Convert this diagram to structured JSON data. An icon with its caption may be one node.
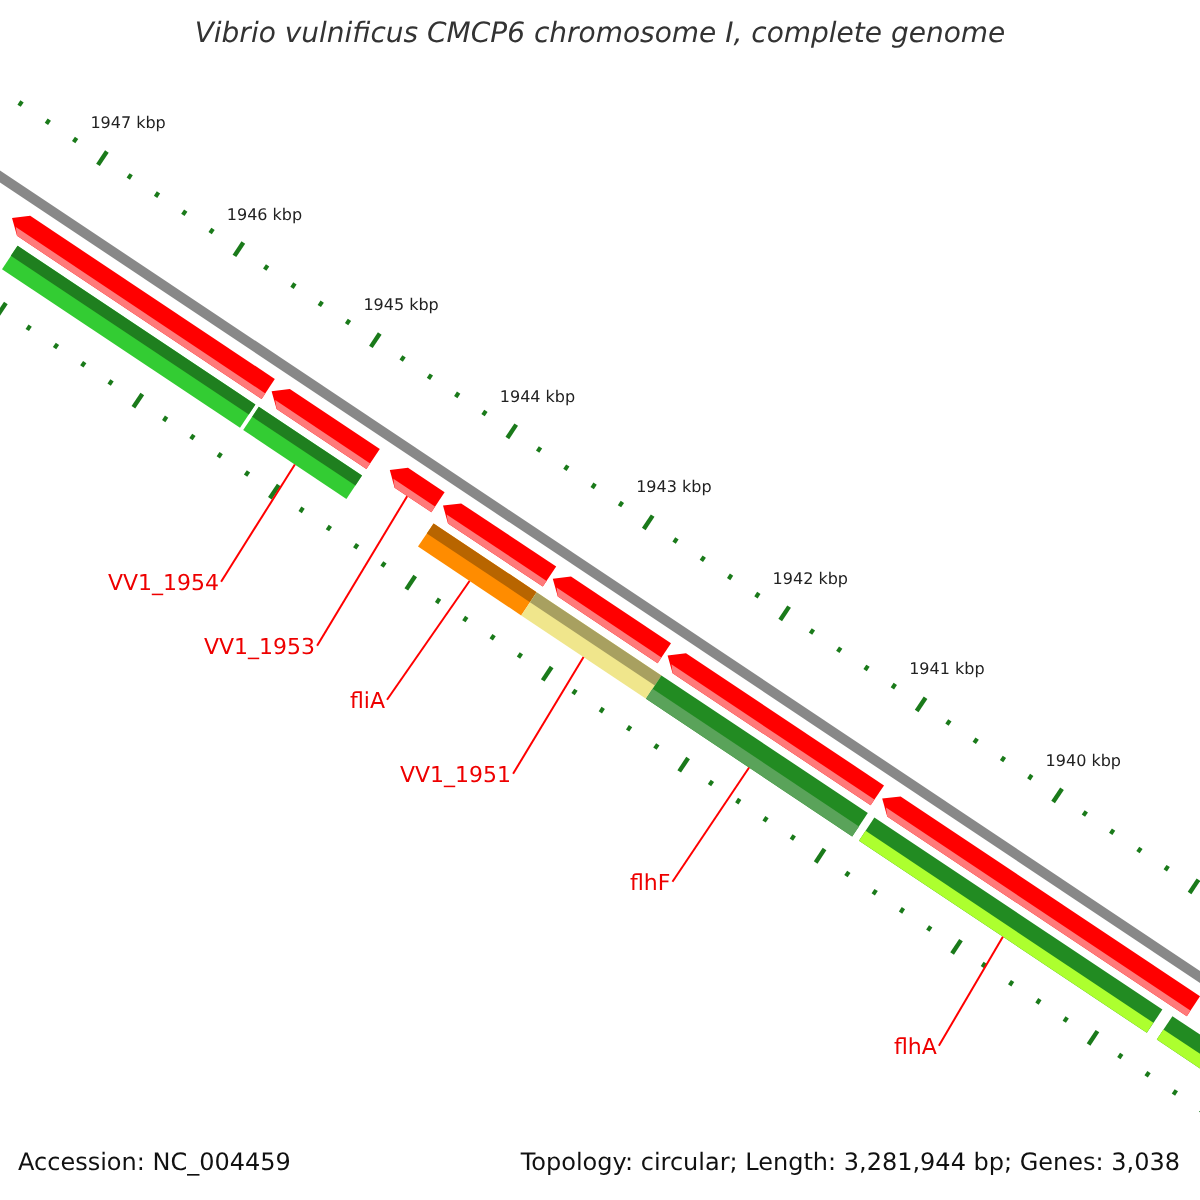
{
  "diagram": {
    "title": "Vibrio vulnificus CMCP6 chromosome I, complete genome",
    "nodes": [
      {
        "text": [
          "VV1_1954"
        ]
      },
      {
        "text": [
          "VV1_1953"
        ]
      },
      {
        "text": [
          "fliA"
        ]
      },
      {
        "text": [
          "VV1_1951"
        ]
      },
      {
        "text": [
          "flhF"
        ]
      },
      {
        "text": [
          "flhA"
        ]
      },
      {
        "text": [],
        "shape": "pentagon"
      },
      {
        "text": [],
        "shape": "pentagon"
      },
      {
        "text": [],
        "shape": "pentagon"
      },
      {
        "text": [],
        "shape": "pentagon"
      },
      {
        "text": [],
        "shape": "pentagon"
      },
      {
        "text": [],
        "shape": "pentagon"
      },
      {
        "text": [],
        "shape": "pentagon"
      },
      {
        "text": [],
        "shape": "bar"
      },
      {
        "text": [],
        "shape": "bar"
      },
      {
        "text": [],
        "shape": "bar"
      },
      {
        "text": [],
        "shape": "bar"
      },
      {
        "text": [],
        "shape": "bar"
      },
      {
        "text": [],
        "shape": "bar"
      },
      {
        "text": [],
        "shape": "bar"
      }
    ],
    "edges": [
      {
        "from": 0,
        "to": 14,
        "arrow": "none"
      },
      {
        "from": 1,
        "to": 8,
        "arrow": "none"
      },
      {
        "from": 2,
        "to": 15,
        "arrow": "none"
      },
      {
        "from": 3,
        "to": 16,
        "arrow": "none"
      },
      {
        "from": 4,
        "to": 17,
        "arrow": "none"
      },
      {
        "from": 5,
        "to": 18,
        "arrow": "none"
      }
    ],
    "labels": [
      "1947 kbp",
      "1946 kbp",
      "1945 kbp",
      "1944 kbp",
      "1943 kbp",
      "1942 kbp",
      "1941 kbp",
      "1940 kbp",
      "Accession: NC_004459",
      "Topology: circular; Length: 3,281,944 bp; Genes: 3,038"
    ]
  }
}
